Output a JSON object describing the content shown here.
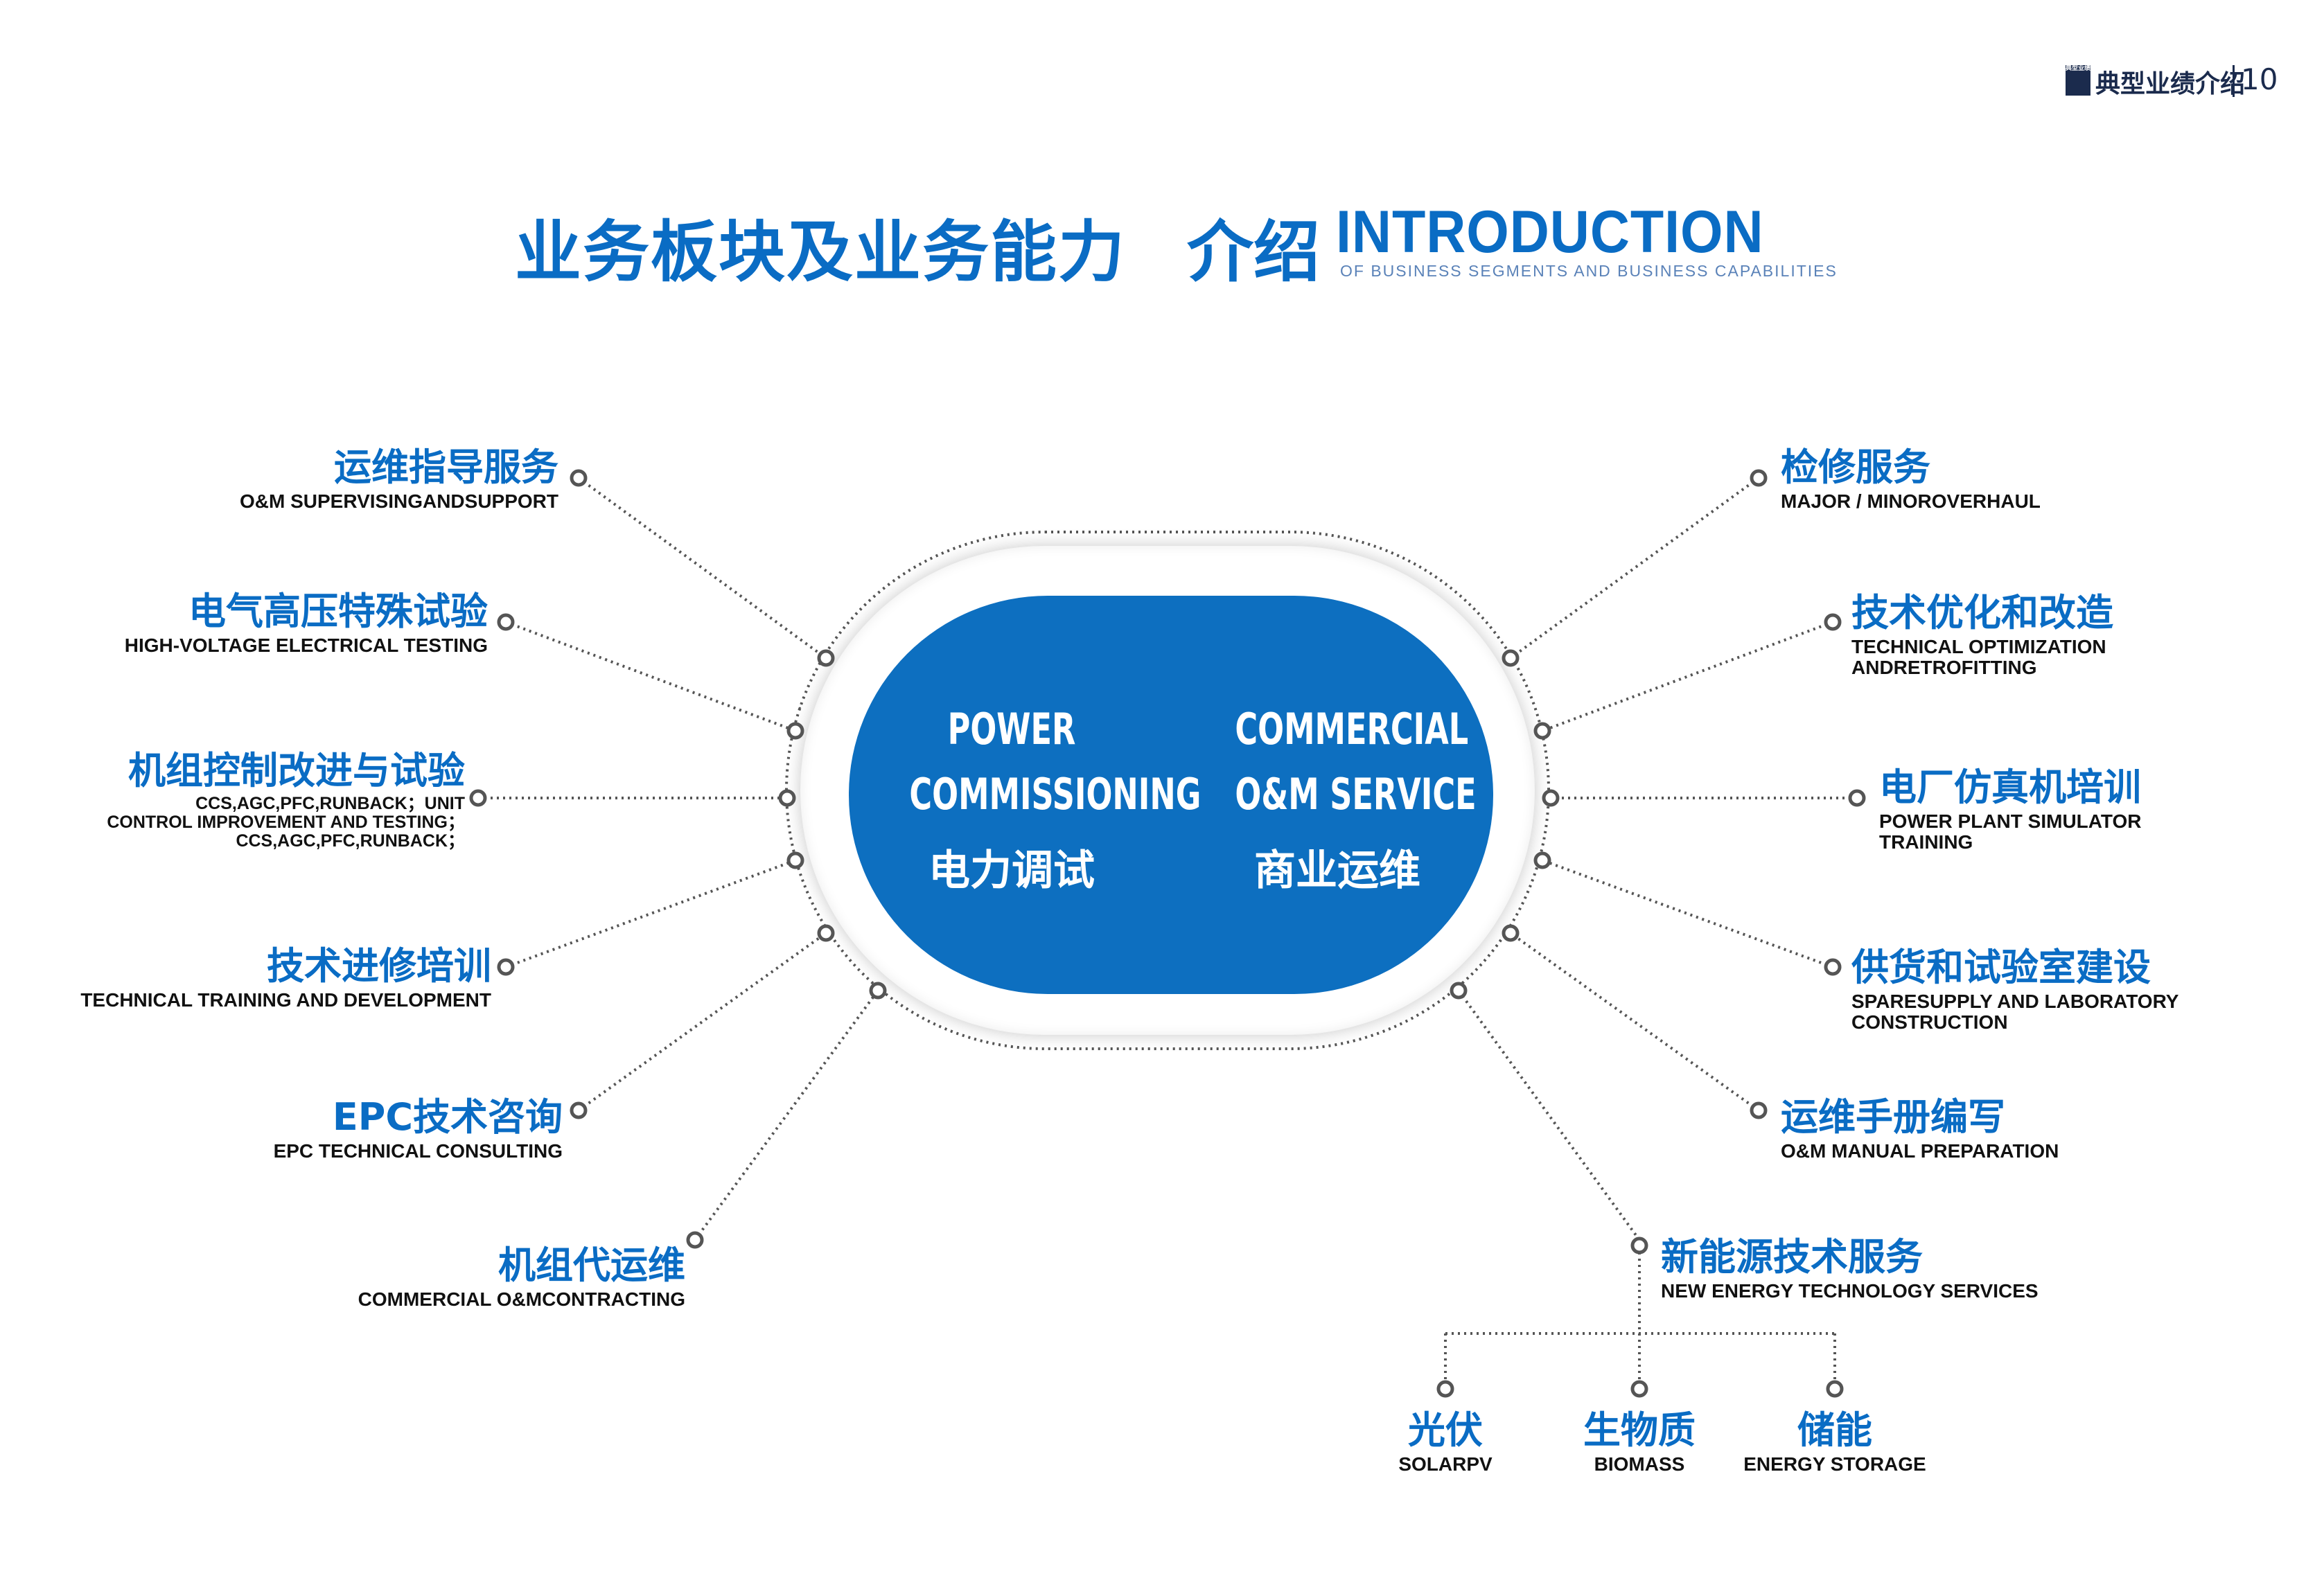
{
  "header": {
    "mark": "典型业绩",
    "title": "典型业绩介绍",
    "page_number": "10"
  },
  "title": {
    "zh_main": "业务板块及业务能力",
    "zh_intro": "介绍",
    "en": "INTRODUCTION",
    "en_sub": "OF BUSINESS SEGMENTS AND BUSINESS CAPABILITIES"
  },
  "center": {
    "left": {
      "en_1": "POWER",
      "en_2": "COMMISSIONING",
      "zh": "电力调试"
    },
    "right": {
      "en_1": "COMMERCIAL",
      "en_2": "O&M SERVICE",
      "zh": "商业运维"
    }
  },
  "left_items": [
    {
      "zh": "运维指导服务",
      "en": [
        "O&M SUPERVISINGANDSUPPORT"
      ]
    },
    {
      "zh": "电气高压特殊试验",
      "en": [
        "HIGH-VOLTAGE ELECTRICAL TESTING"
      ]
    },
    {
      "zh": "机组控制改进与试验",
      "en": [
        "CCS,AGC,PFC,RUNBACK；UNIT",
        "CONTROL IMPROVEMENT AND TESTING；",
        "CCS,AGC,PFC,RUNBACK；"
      ]
    },
    {
      "zh": "技术进修培训",
      "en": [
        "TECHNICAL TRAINING AND DEVELOPMENT"
      ]
    },
    {
      "zh": "EPC技术咨询",
      "en": [
        "EPC TECHNICAL CONSULTING"
      ]
    },
    {
      "zh": "机组代运维",
      "en": [
        "COMMERCIAL O&MCONTRACTING"
      ]
    }
  ],
  "right_items": [
    {
      "zh": "检修服务",
      "en": [
        "MAJOR / MINOROVERHAUL"
      ]
    },
    {
      "zh": "技术优化和改造",
      "en": [
        "TECHNICAL OPTIMIZATION",
        "ANDRETROFITTING"
      ]
    },
    {
      "zh": "电厂仿真机培训",
      "en": [
        "POWER PLANT SIMULATOR",
        "TRAINING"
      ]
    },
    {
      "zh": "供货和试验室建设",
      "en": [
        "SPARESUPPLY AND LABORATORY",
        "CONSTRUCTION"
      ]
    },
    {
      "zh": "运维手册编写",
      "en": [
        "O&M MANUAL PREPARATION"
      ]
    },
    {
      "zh": "新能源技术服务",
      "en": [
        "NEW ENERGY TECHNOLOGY SERVICES"
      ]
    }
  ],
  "sub_items": [
    {
      "zh": "光伏",
      "en": "SOLARPV"
    },
    {
      "zh": "生物质",
      "en": "BIOMASS"
    },
    {
      "zh": "储能",
      "en": "ENERGY STORAGE"
    }
  ],
  "colors": {
    "accent": "#0a6cc4",
    "pill": "#0d6fc0",
    "text": "#111111",
    "connector": "#555555"
  }
}
